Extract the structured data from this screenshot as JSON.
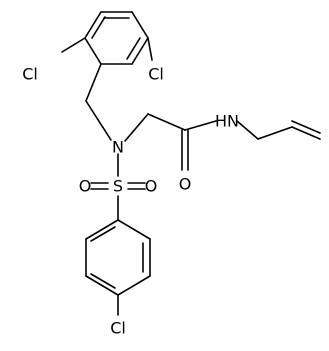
{
  "molecule": {
    "atoms": {
      "cl_left": "Cl",
      "cl_right": "Cl",
      "n_sulfonamide": "N",
      "n_amide": "N",
      "h_amide": "H",
      "o_amide": "O",
      "o_sulfonyl_left": "O",
      "o_sulfonyl_right": "O",
      "s_sulfonyl": "S",
      "cl_bottom": "Cl"
    }
  }
}
